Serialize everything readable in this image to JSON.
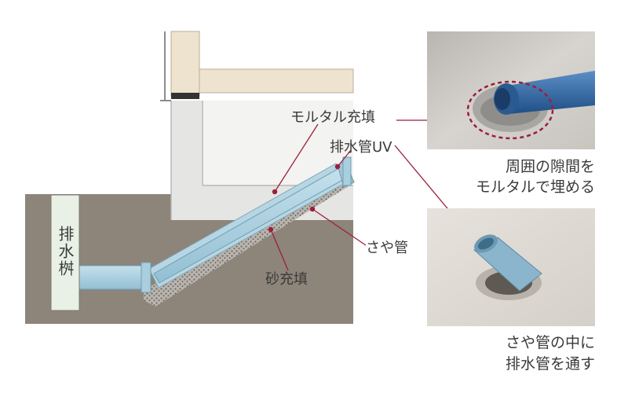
{
  "labels": {
    "drain_tank": "排水桝",
    "mortar_fill": "モルタル充填",
    "drain_pipe": "排水管UV",
    "sleeve_pipe": "さや管",
    "sand_fill": "砂充填"
  },
  "captions": {
    "photo_top_line1": "周囲の隙間を",
    "photo_top_line2": "モルタルで埋める",
    "photo_bottom_line1": "さや管の中に",
    "photo_bottom_line2": "排水管を通す"
  },
  "colors": {
    "soil": "#8d847a",
    "concrete": "#e3e3e1",
    "pipe": "#a9cede",
    "leader": "#9b1f3c",
    "tank": "#e9f1e6"
  }
}
